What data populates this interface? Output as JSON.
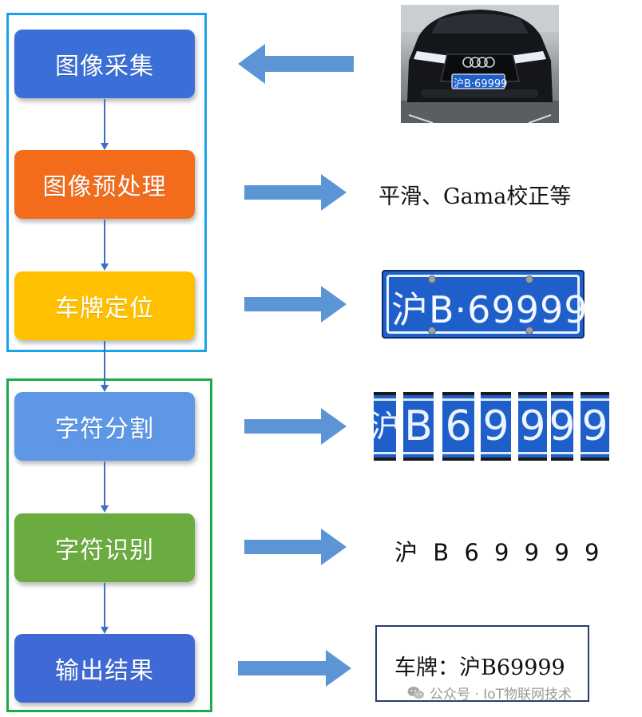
{
  "steps": [
    {
      "label": "图像采集",
      "color": "#3a6fd8"
    },
    {
      "label": "图像预处理",
      "color": "#f26c1c"
    },
    {
      "label": "车牌定位",
      "color": "#ffc000"
    },
    {
      "label": "字符分割",
      "color": "#5d97e6"
    },
    {
      "label": "字符识别",
      "color": "#6aac3f"
    },
    {
      "label": "输出结果",
      "color": "#3f6ad6"
    }
  ],
  "descriptions": {
    "preprocess": "平滑、Gama校正等",
    "car_plate": "沪B·69999",
    "located_plate": "沪B·69999",
    "segments": [
      "沪",
      "B",
      "6",
      "9",
      "9",
      "9",
      "9"
    ],
    "recognized": "沪 B 6 9 9 9 9",
    "result": "车牌：沪B69999"
  },
  "watermark": "公众号 · IoT物联网技术",
  "colors": {
    "blue_box": "#1aa3e8",
    "green_box": "#1faa4b",
    "flow_arrow": "#5b95d5",
    "connector": "#3d6fc7",
    "plate_blue": "#1e5fc9"
  },
  "icons": [
    "wechat-icon"
  ]
}
